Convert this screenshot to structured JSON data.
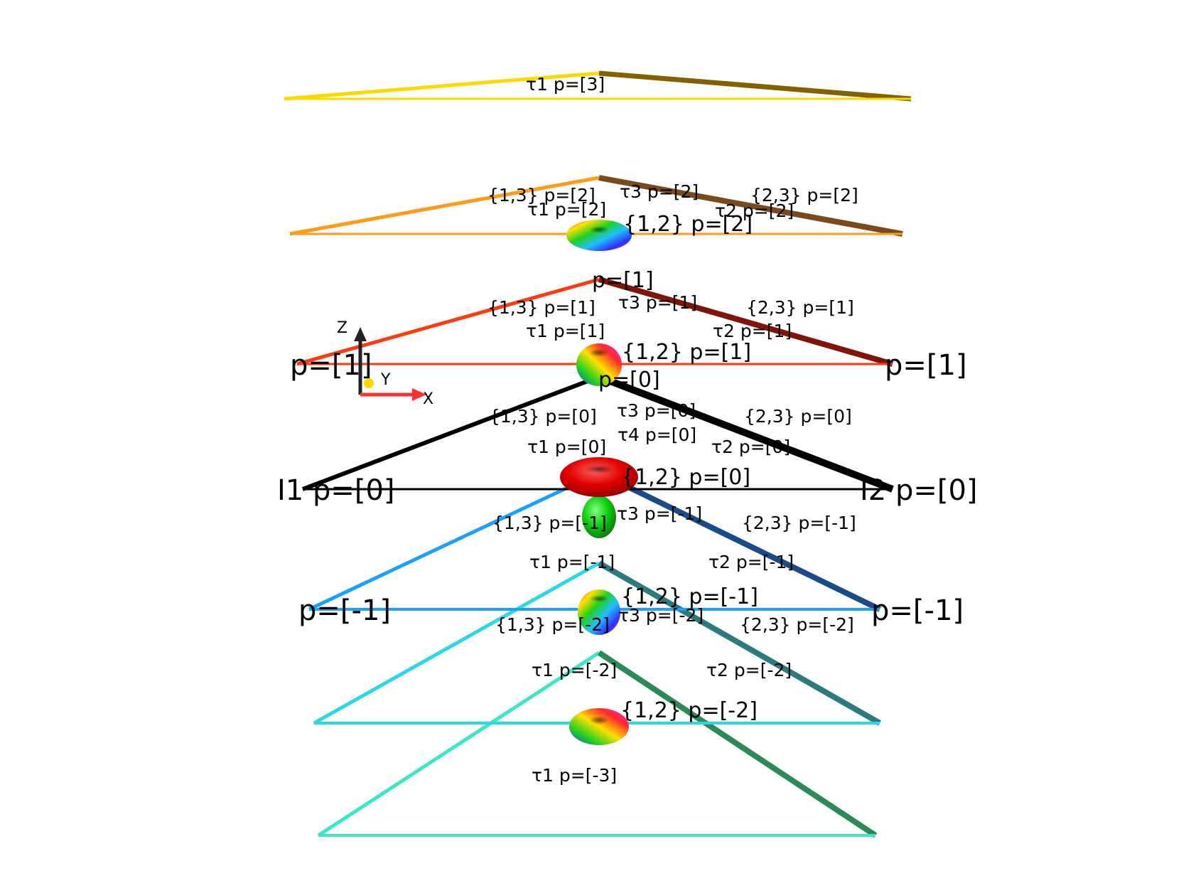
{
  "axes": {
    "z_label": "Z",
    "y_label": "Y",
    "x_label": "X"
  },
  "levels": [
    {
      "p": "3",
      "colors": {
        "left": "#ffd800",
        "right": "#846000",
        "base": "#ffd800"
      },
      "labels": {
        "tau1": "τ1 p=[3]"
      }
    },
    {
      "p": "2",
      "colors": {
        "left": "#ff9a1a",
        "right": "#7a4a1c",
        "base": "#ff9a1a"
      },
      "labels": {
        "pair13": "{1,3} p=[2]",
        "tau3": "τ3 p=[2]",
        "pair23": "{2,3} p=[2]",
        "tau1": "τ1 p=[2]",
        "tau2": "τ2 p=[2]",
        "pair12": "{1,2} p=[2]"
      },
      "glyph": "multicolor-torus-flat"
    },
    {
      "p": "1",
      "colors": {
        "left": "#ff3a10",
        "right": "#801408",
        "base": "#ff3a10"
      },
      "labels": {
        "apex": "p=[1]",
        "pair13": "{1,3} p=[1]",
        "tau3": "τ3 p=[1]",
        "pair23": "{2,3} p=[1]",
        "tau1": "τ1 p=[1]",
        "tau2": "τ2 p=[1]",
        "pair12": "{1,2} p=[1]",
        "left_vertex": "p=[1]",
        "right_vertex": "p=[1]"
      },
      "glyph": "multicolor-torus-tall"
    },
    {
      "p": "0",
      "colors": {
        "left": "#000000",
        "right": "#000000",
        "base": "#000000"
      },
      "labels": {
        "apex": "p=[0]",
        "pair13": "{1,3} p=[0]",
        "tau3": "τ3 p=[0]",
        "tau4": "τ4 p=[0]",
        "pair23": "{2,3} p=[0]",
        "tau1": "τ1 p=[0]",
        "tau2": "τ2 p=[0]",
        "pair12": "{1,2} p=[0]",
        "left_vertex": "I1 p=[0]",
        "right_vertex": "I2 p=[0]"
      },
      "glyph": "red-torus-green-lobe"
    },
    {
      "p": "-1",
      "colors": {
        "left": "#1aa0ff",
        "right": "#1a4a8a",
        "base": "#1aa0ff"
      },
      "labels": {
        "pair13": "{1,3} p=[-1]",
        "tau3": "τ3 p=[-1]",
        "pair23": "{2,3} p=[-1]",
        "tau1": "τ1 p=[-1]",
        "tau2": "τ2 p=[-1]",
        "pair12": "{1,2} p=[-1]",
        "left_vertex": "p=[-1]",
        "right_vertex": "p=[-1]"
      },
      "glyph": "multicolor-torus-tall"
    },
    {
      "p": "-2",
      "colors": {
        "left": "#2ad8ea",
        "right": "#2a7a80",
        "base": "#2ad8ea"
      },
      "labels": {
        "pair13": "{1,3} p=[-2]",
        "tau3": "τ3 p=[-2]",
        "pair23": "{2,3} p=[-2]",
        "tau1": "τ1 p=[-2]",
        "tau2": "τ2 p=[-2]",
        "pair12": "{1,2} p=[-2]"
      },
      "glyph": "multicolor-torus-flat"
    },
    {
      "p": "-3",
      "colors": {
        "left": "#3ae8c8",
        "right": "#2a8a5a",
        "base": "#3ae8c8"
      },
      "labels": {
        "tau1": "τ1 p=[-3]"
      }
    }
  ]
}
